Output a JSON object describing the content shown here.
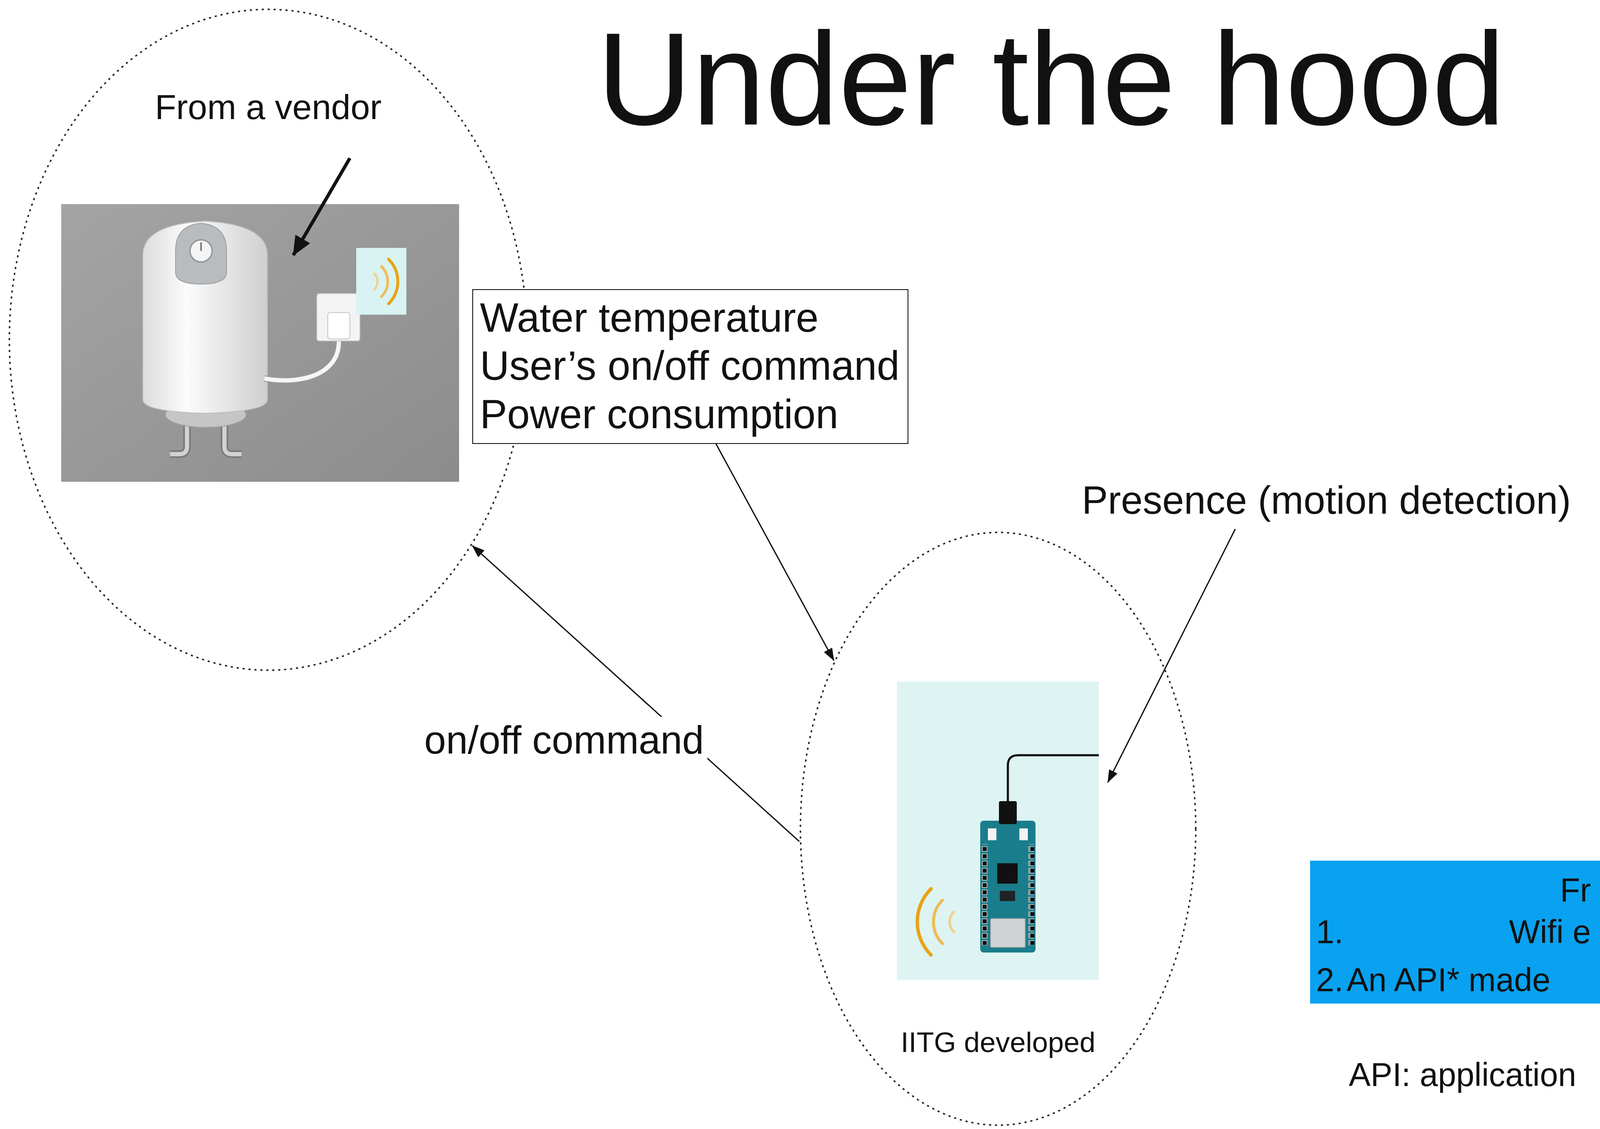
{
  "diagram": {
    "title": "Under the hood",
    "nodes": [
      {
        "text": [
          "From a vendor"
        ]
      },
      {
        "text": [
          "Water temperature",
          "User’s on/off command",
          "Power consumption"
        ]
      },
      {
        "text": [
          "IITG developed"
        ]
      },
      {
        "text": [
          "Fr",
          "1.",
          "Wifi e",
          "2.",
          "An API* made"
        ]
      }
    ],
    "edges": [
      {
        "from": 1,
        "to": 2,
        "arrow": "to"
      },
      {
        "from": 2,
        "to": 0,
        "label": "on/off command",
        "arrow": "to"
      }
    ],
    "labels": [
      "Presence (motion detection)",
      "API: application"
    ]
  }
}
